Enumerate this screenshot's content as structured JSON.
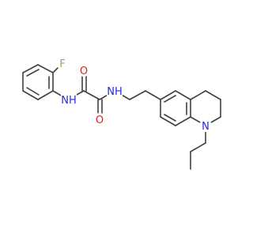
{
  "molecule": {
    "atoms": {
      "F": {
        "symbol": "F",
        "color": "#90b050"
      },
      "NH1": {
        "symbol": "NH",
        "color": "#2a2ad8"
      },
      "O1": {
        "symbol": "O",
        "color": "#e02020"
      },
      "O2": {
        "symbol": "O",
        "color": "#e02020"
      },
      "NH2": {
        "symbol": "NH",
        "color": "#2a2ad8"
      },
      "N": {
        "symbol": "N",
        "color": "#2a2ad8"
      }
    },
    "bond_color": "#404040"
  }
}
